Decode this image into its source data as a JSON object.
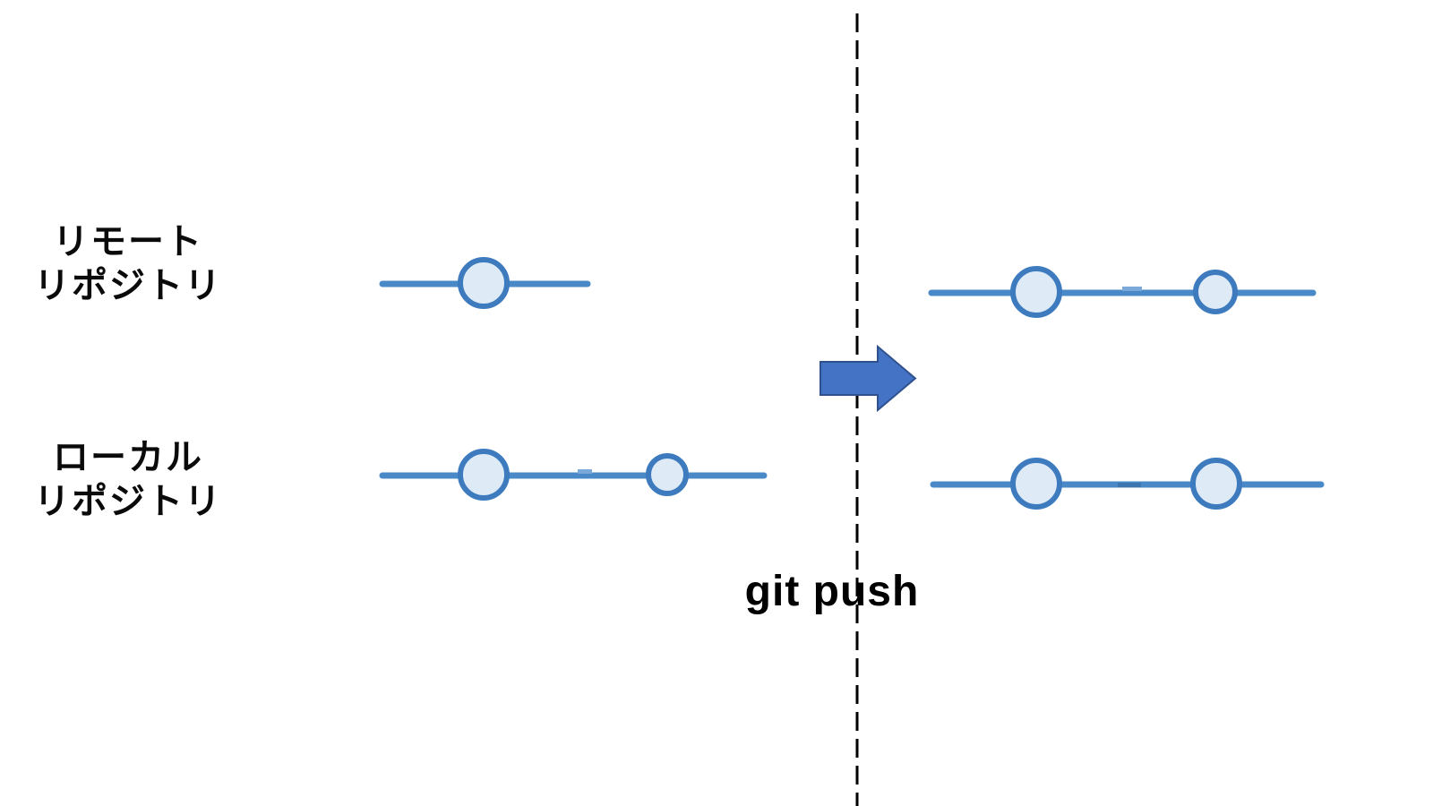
{
  "diagram": {
    "command_label": "git push",
    "rows": [
      {
        "id": "remote",
        "label_line1": "リモート",
        "label_line2": "リポジトリ"
      },
      {
        "id": "local",
        "label_line1": "ローカル",
        "label_line2": "リポジトリ"
      }
    ],
    "states": {
      "before": {
        "remote_commits": 1,
        "local_commits": 2
      },
      "after": {
        "remote_commits": 2,
        "local_commits": 2
      }
    },
    "colors": {
      "track_line": "#4a89c8",
      "commit_stroke": "#3d7bbe",
      "commit_fill": "#deebf7",
      "notch_light": "#7aa9d9",
      "notch_dark": "#3c74b0",
      "arrow_fill": "#4472c4",
      "arrow_stroke": "#2f528f",
      "divider": "#000000",
      "label_text": "#0a0a0a"
    }
  }
}
